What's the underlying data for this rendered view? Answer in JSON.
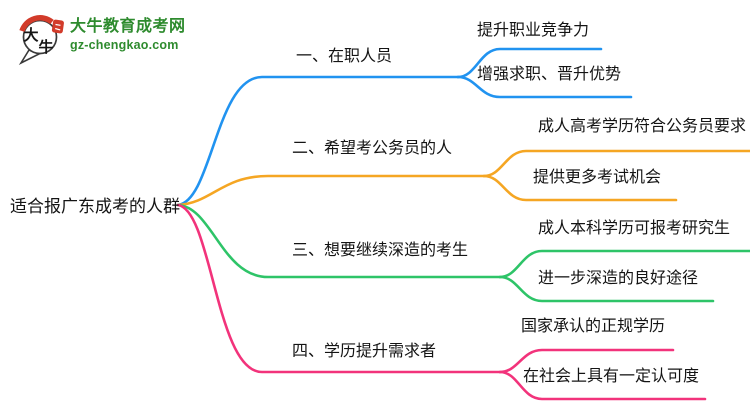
{
  "brand": {
    "name": "大牛教育成考网",
    "domain": "gz-chengkao.com",
    "icon_char_top": "大",
    "icon_char_bottom": "牛",
    "text_color": "#2e8b2e",
    "seal_color": "#d23b2a"
  },
  "mindmap": {
    "root": {
      "label": "适合报广东成考的人群"
    },
    "branches": [
      {
        "label": "一、在职人员",
        "color": "#2193f0",
        "children": [
          "提升职业竞争力",
          "增强求职、晋升优势"
        ]
      },
      {
        "label": "二、希望考公务员的人",
        "color": "#f5a623",
        "children": [
          "成人高考学历符合公务员要求",
          "提供更多考试机会"
        ]
      },
      {
        "label": "三、想要继续深造的考生",
        "color": "#2ec468",
        "children": [
          "成人本科学历可报考研究生",
          "进一步深造的良好途径"
        ]
      },
      {
        "label": "四、学历提升需求者",
        "color": "#f2337b",
        "children": [
          "国家承认的正规学历",
          "在社会上具有一定认可度"
        ]
      }
    ]
  }
}
